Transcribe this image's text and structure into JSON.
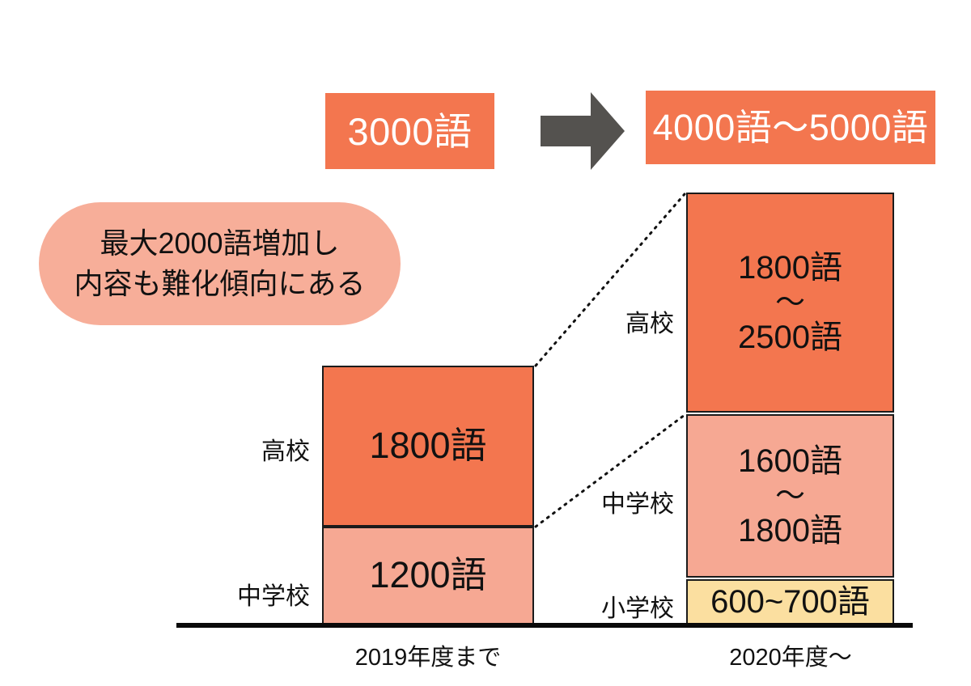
{
  "banners": {
    "before": "3000語",
    "after": "4000語～5000語",
    "arrow_icon": "arrow-right-icon"
  },
  "callout": {
    "line1": "最大2000語増加し",
    "line2": "内容も難化傾向にある"
  },
  "axis": {
    "before_caption": "2019年度まで",
    "after_caption": "2020年度～"
  },
  "labels": {
    "high_school": "高校",
    "junior_high": "中学校",
    "elementary": "小学校"
  },
  "bars": {
    "before": {
      "high_school": {
        "value": "1800語"
      },
      "junior_high": {
        "value": "1200語"
      }
    },
    "after": {
      "high_school": {
        "min": "1800語",
        "tilde": "～",
        "max": "2500語"
      },
      "junior_high": {
        "min": "1600語",
        "tilde": "～",
        "max": "1800語"
      },
      "elementary": {
        "value": "600~700語"
      }
    }
  },
  "colors": {
    "orange": "#F3764F",
    "pink": "#F6A893",
    "yellow": "#FBDFA0",
    "callout_pink": "#F7AE99",
    "arrow_gray": "#54524F",
    "outline": "#1b1b1b",
    "background": "#FFFFFF"
  },
  "chart_data": {
    "type": "bar",
    "title": "",
    "categories": [
      "2019年度まで",
      "2020年度～"
    ],
    "stacks": [
      {
        "category": "2019年度まで",
        "segments": [
          {
            "name": "中学校",
            "label": "1200語",
            "value": 1200,
            "color": "#F6A893"
          },
          {
            "name": "高校",
            "label": "1800語",
            "value": 1800,
            "color": "#F3764F"
          }
        ],
        "total_label": "3000語",
        "total": 3000
      },
      {
        "category": "2020年度～",
        "segments": [
          {
            "name": "小学校",
            "label": "600~700語",
            "min": 600,
            "max": 700,
            "color": "#FBDFA0"
          },
          {
            "name": "中学校",
            "label": "1600語～1800語",
            "min": 1600,
            "max": 1800,
            "color": "#F6A893"
          },
          {
            "name": "高校",
            "label": "1800語～2500語",
            "min": 1800,
            "max": 2500,
            "color": "#F3764F"
          }
        ],
        "total_label": "4000語～5000語",
        "total_min": 4000,
        "total_max": 5000
      }
    ],
    "annotation": "最大2000語増加し内容も難化傾向にある",
    "xlabel": "",
    "ylabel": "",
    "grid": false,
    "legend": "none"
  }
}
